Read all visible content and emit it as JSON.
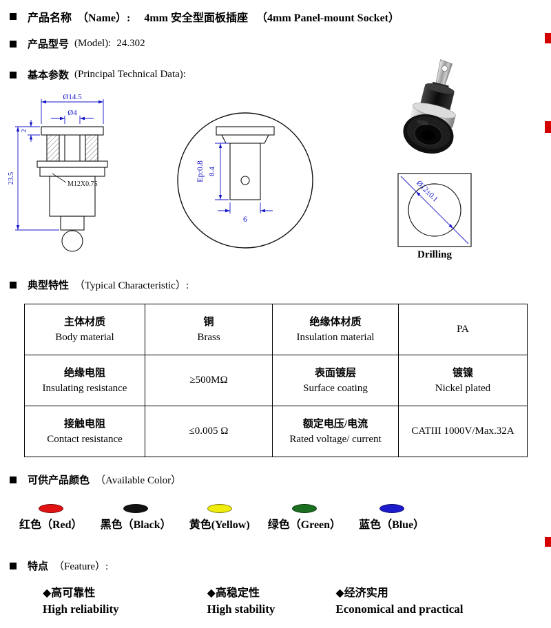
{
  "accents": {
    "dimension_blue": "#1414c8",
    "edge_mark_red": "#d40000",
    "text_black": "#000000"
  },
  "header": {
    "product_name": {
      "label": "产品名称",
      "label_en": "（Name）:",
      "value": "4mm 安全型面板插座",
      "value_en": "（4mm Panel-mount Socket）"
    },
    "model": {
      "label": "产品型号",
      "label_en": "(Model):",
      "value": "24.302"
    },
    "basic": {
      "label": "基本参数",
      "label_en": "(Principal Technical Data):"
    }
  },
  "drawings": {
    "left": {
      "dim_flange": "Ø14.5",
      "dim_bore": "Ø4",
      "dim_lip": "2",
      "dim_height": "23.5",
      "thread": "M12X0.75"
    },
    "detail": {
      "dim_ep": "Ep:0.8",
      "dim_depth": "8.4",
      "dim_width": "6"
    },
    "drilling": {
      "dim": "Ø12±0.1",
      "caption": "Drilling"
    }
  },
  "characteristics": {
    "heading": "典型特性",
    "heading_en": "（Typical Characteristic）:",
    "rows": [
      [
        {
          "cn": "主体材质",
          "en": "Body material"
        },
        {
          "cn": "铜",
          "en": "Brass"
        },
        {
          "cn": "绝缘体材质",
          "en": "Insulation material"
        },
        {
          "cn": "",
          "en": "PA"
        }
      ],
      [
        {
          "cn": "绝缘电阻",
          "en": "Insulating resistance"
        },
        {
          "cn": "",
          "en": "≥500MΩ"
        },
        {
          "cn": "表面镀层",
          "en": "Surface coating"
        },
        {
          "cn": "镀镍",
          "en": "Nickel plated"
        }
      ],
      [
        {
          "cn": "接触电阻",
          "en": "Contact resistance"
        },
        {
          "cn": "",
          "en": "≤0.005 Ω"
        },
        {
          "cn": "额定电压/电流",
          "en": "Rated voltage/ current"
        },
        {
          "cn": "",
          "en": "CATIII 1000V/Max.32A"
        }
      ]
    ]
  },
  "colors": {
    "heading": "可供产品颜色",
    "heading_en": "（Available Color）",
    "items": [
      {
        "label": "红色（Red）",
        "hex": "#e11212"
      },
      {
        "label": "黑色（Black）",
        "hex": "#121212"
      },
      {
        "label": "黄色(Yellow)",
        "hex": "#f0ec0c"
      },
      {
        "label": "绿色（Green）",
        "hex": "#1a6e1f"
      },
      {
        "label": "蓝色（Blue）",
        "hex": "#1c1ccc"
      }
    ]
  },
  "features": {
    "heading": "特点",
    "heading_en": "（Feature）:",
    "items": [
      {
        "cn": "◆高可靠性",
        "en": "High reliability"
      },
      {
        "cn": "◆高稳定性",
        "en": "High stability"
      },
      {
        "cn": "◆经济实用",
        "en": "Economical and practical"
      }
    ]
  }
}
